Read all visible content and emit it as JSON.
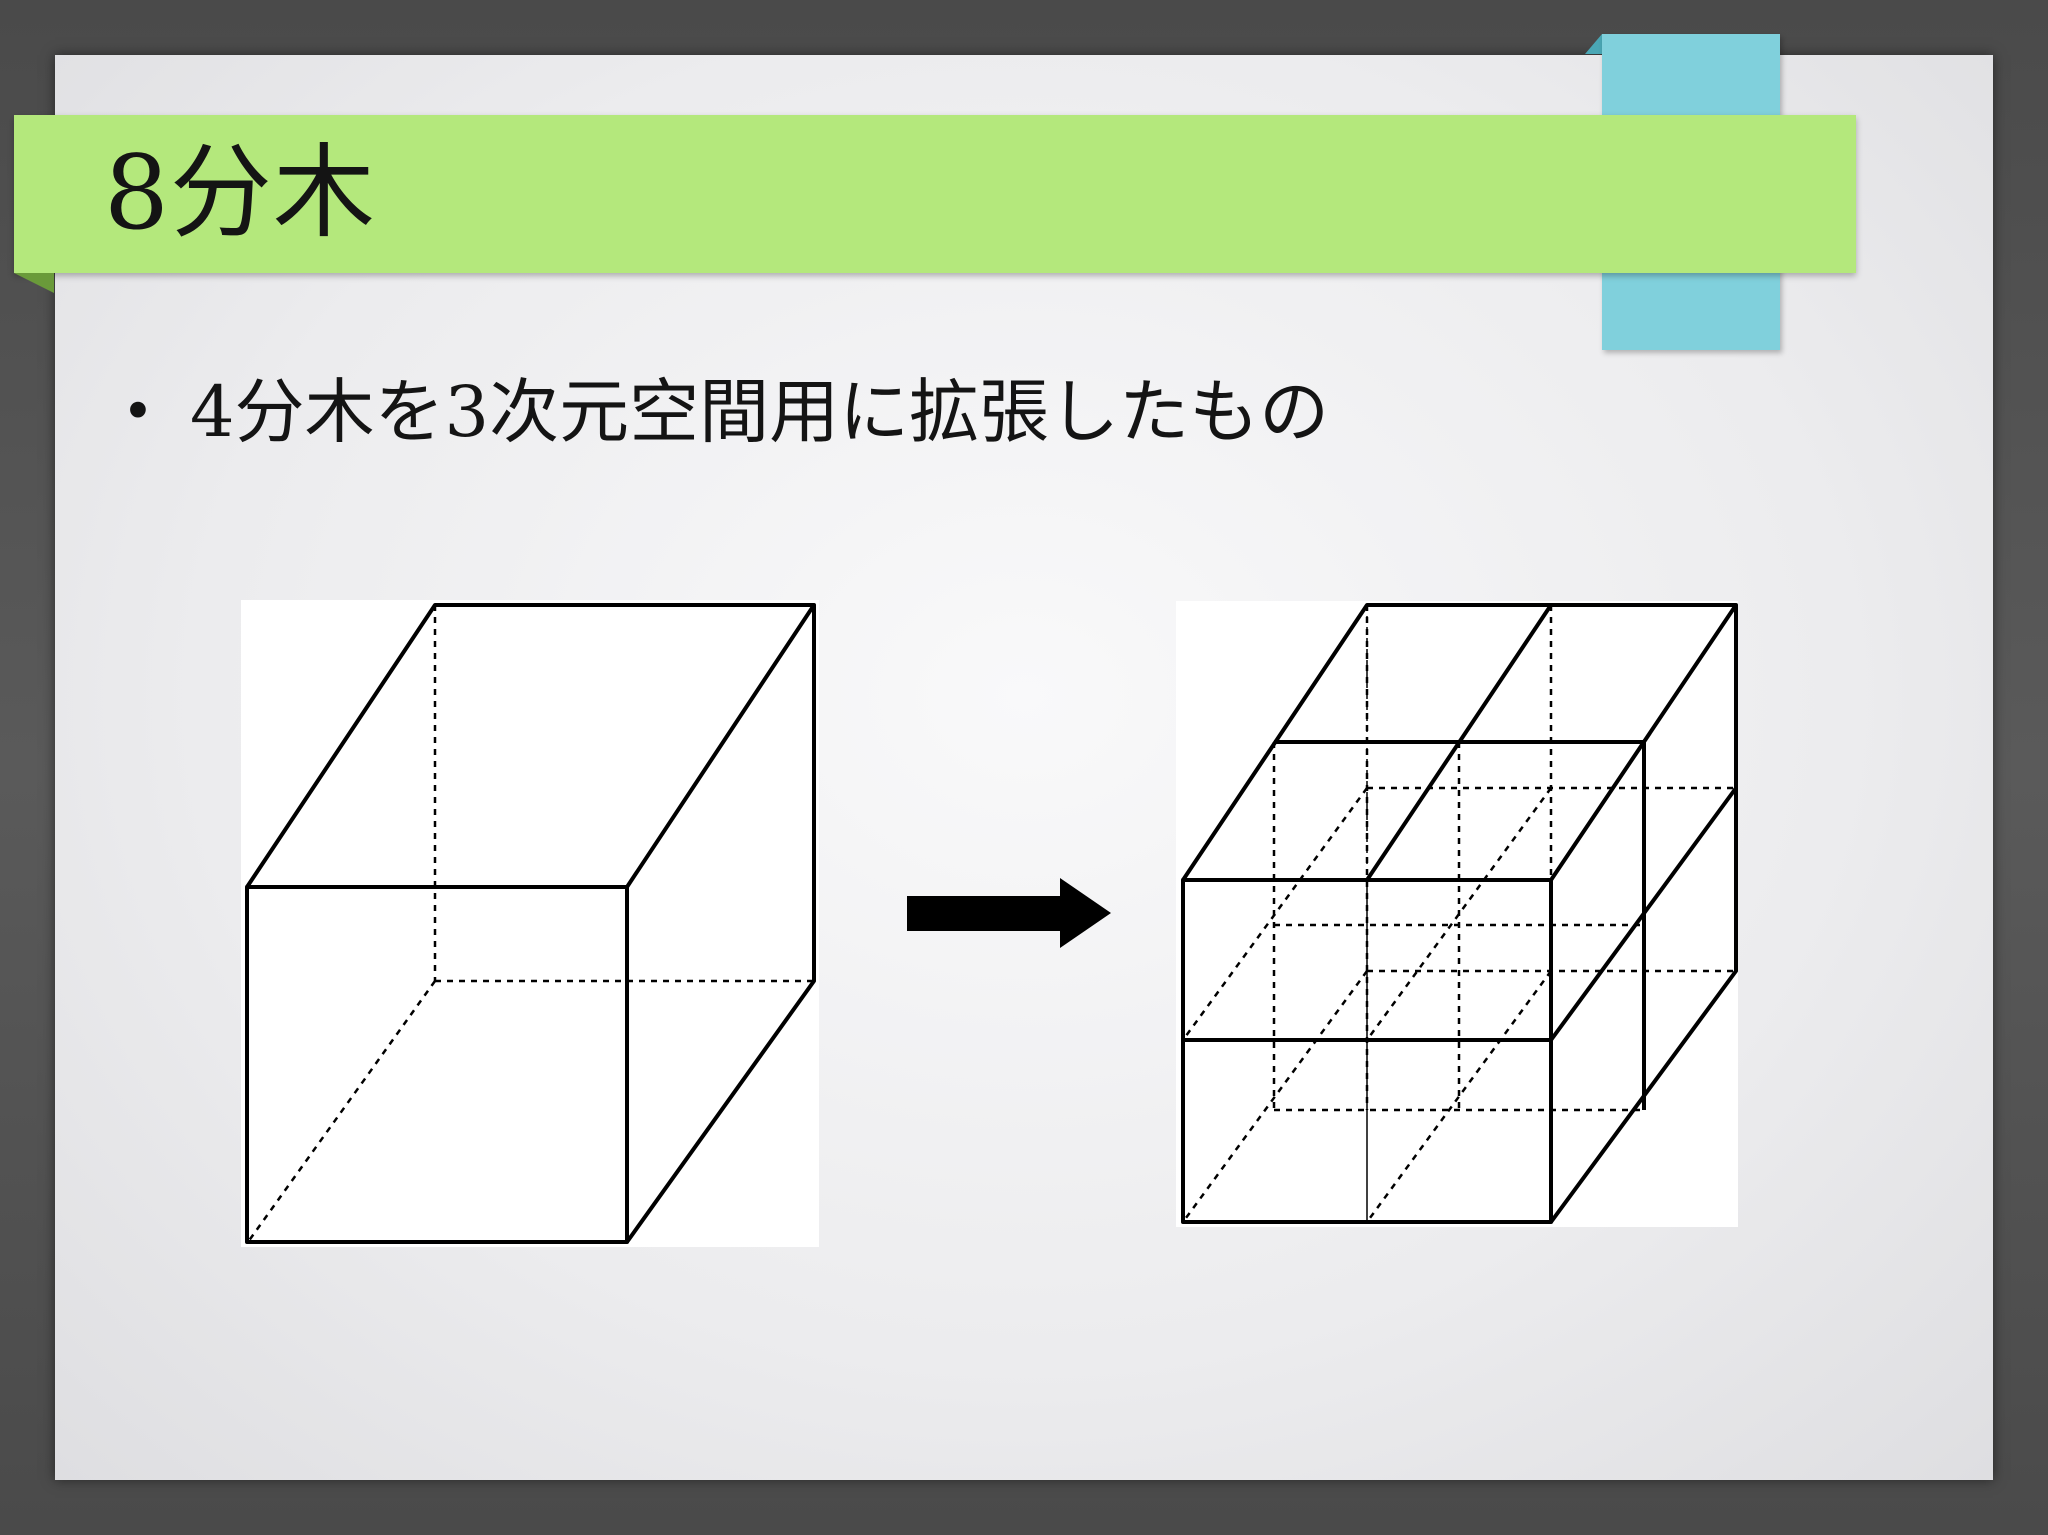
{
  "slide": {
    "title": "8分木",
    "bullets": [
      {
        "marker": "•",
        "text": "4分木を3次元空間用に拡張したもの"
      }
    ]
  },
  "diagram": {
    "left_figure": "single-cube",
    "arrow": "right-arrow",
    "right_figure": "cube-subdivided-into-8-octants"
  },
  "colors": {
    "title_band": "#b4e87c",
    "accent_tab": "#80d0dc",
    "frame": "#4a4a4a",
    "ink": "#000000"
  }
}
